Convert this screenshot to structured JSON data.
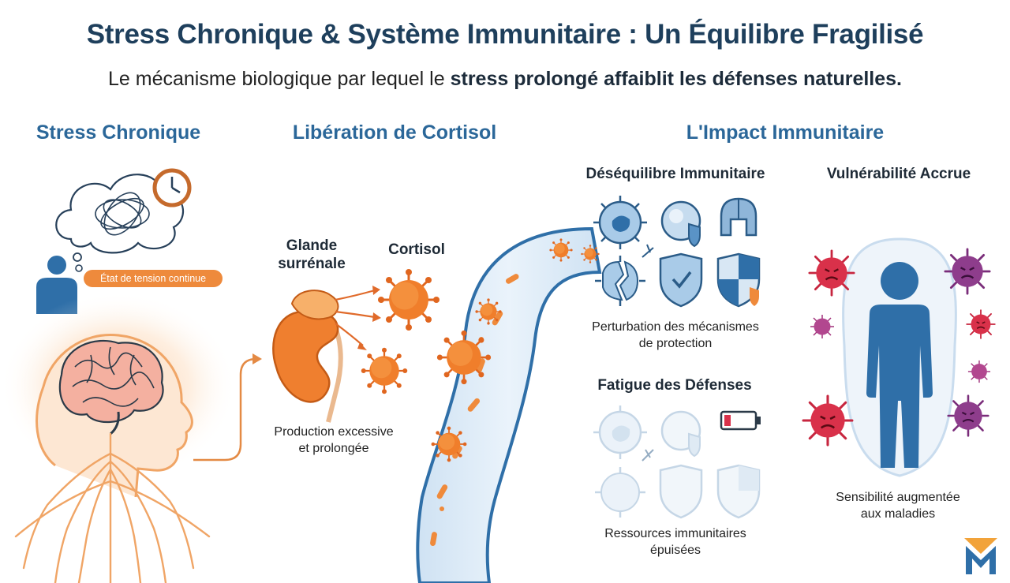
{
  "header": {
    "title": "Stress Chronique & Système Immunitaire : Un Équilibre Fragilisé",
    "subtitle_pre": "Le mécanisme biologique par lequel le ",
    "subtitle_bold": "stress prolongé affaiblit les défenses naturelles."
  },
  "stress": {
    "heading": "Stress Chronique",
    "thought_label": "État de tension continue",
    "icons": [
      "tangled-thought-icon",
      "clock-icon",
      "person-icon",
      "brain-icon",
      "nerves-icon"
    ]
  },
  "cortisol": {
    "heading": "Libération de Cortisol",
    "gland_label_1": "Glande",
    "gland_label_2": "surrénale",
    "cortisol_label": "Cortisol",
    "caption_1": "Production excessive",
    "caption_2": "et prolongée"
  },
  "impact": {
    "heading": "L'Impact Immunitaire",
    "imbalance": {
      "title": "Déséquilibre Immunitaire",
      "caption_1": "Perturbation des mécanismes",
      "caption_2": "de protection"
    },
    "fatigue": {
      "title": "Fatigue des Défenses",
      "caption_1": "Ressources immunitaires",
      "caption_2": "épuisées"
    },
    "vulnerability": {
      "title": "Vulnérabilité Accrue",
      "caption_1": "Sensibilité augmentée",
      "caption_2": "aux maladies"
    }
  },
  "colors": {
    "title": "#1e3f5c",
    "section": "#2b6799",
    "orange": "#ee8a3c",
    "blue": "#2f6fa8",
    "virus_red": "#d9314a",
    "virus_purple": "#8e3d8c"
  }
}
